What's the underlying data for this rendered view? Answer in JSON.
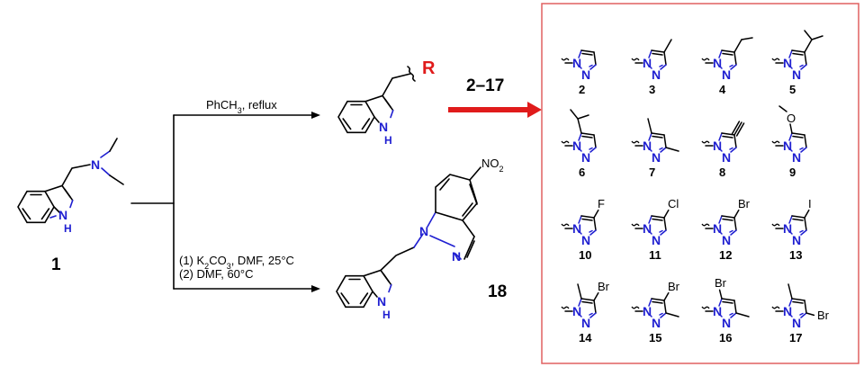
{
  "compound_labels": {
    "c1": "1",
    "range": "2–17",
    "c18": "18"
  },
  "atom_labels": {
    "n": "N",
    "h": "H",
    "nh": "NH",
    "r_group": "R",
    "nitro": "NO2"
  },
  "conditions": {
    "top": "PhCH3, reflux",
    "bottom_line1": "(1) K2CO3, DMF,  25°C",
    "bottom_line2": "(2) DMF,  60°C"
  },
  "colors": {
    "nitrogen": "#1f1fd1",
    "arrow": "#e01b1b",
    "panel_border": "#e06060",
    "r_group": "#e01b1b"
  },
  "grid": [
    {
      "id": "2",
      "substituents": []
    },
    {
      "id": "3",
      "substituents": [
        {
          "pos": "C4",
          "group": "methyl"
        }
      ]
    },
    {
      "id": "4",
      "substituents": [
        {
          "pos": "C4",
          "group": "ethyl"
        }
      ]
    },
    {
      "id": "5",
      "substituents": [
        {
          "pos": "C4",
          "group": "isopropyl"
        }
      ]
    },
    {
      "id": "6",
      "substituents": [
        {
          "pos": "C5",
          "group": "isopropyl"
        }
      ]
    },
    {
      "id": "7",
      "substituents": [
        {
          "pos": "C3",
          "group": "methyl"
        },
        {
          "pos": "C5",
          "group": "methyl"
        }
      ]
    },
    {
      "id": "8",
      "substituents": [
        {
          "pos": "C4",
          "group": "ethynyl"
        }
      ]
    },
    {
      "id": "9",
      "substituents": [
        {
          "pos": "C5",
          "group": "methoxy",
          "label": "O"
        }
      ]
    },
    {
      "id": "10",
      "substituents": [
        {
          "pos": "C4",
          "group": "halogen",
          "label": "F"
        }
      ]
    },
    {
      "id": "11",
      "substituents": [
        {
          "pos": "C4",
          "group": "halogen",
          "label": "Cl"
        }
      ]
    },
    {
      "id": "12",
      "substituents": [
        {
          "pos": "C4",
          "group": "halogen",
          "label": "Br"
        }
      ]
    },
    {
      "id": "13",
      "substituents": [
        {
          "pos": "C4",
          "group": "halogen",
          "label": "I"
        }
      ]
    },
    {
      "id": "14",
      "substituents": [
        {
          "pos": "C4",
          "group": "halogen",
          "label": "Br"
        },
        {
          "pos": "C5",
          "group": "methyl"
        }
      ]
    },
    {
      "id": "15",
      "substituents": [
        {
          "pos": "C4",
          "group": "halogen",
          "label": "Br"
        },
        {
          "pos": "C3",
          "group": "methyl"
        }
      ]
    },
    {
      "id": "16",
      "substituents": [
        {
          "pos": "C5",
          "group": "halogen",
          "label": "Br"
        },
        {
          "pos": "C3",
          "group": "methyl"
        }
      ]
    },
    {
      "id": "17",
      "substituents": [
        {
          "pos": "C5",
          "group": "methyl"
        },
        {
          "pos": "C3",
          "group": "halogen",
          "label": "Br"
        }
      ]
    }
  ]
}
